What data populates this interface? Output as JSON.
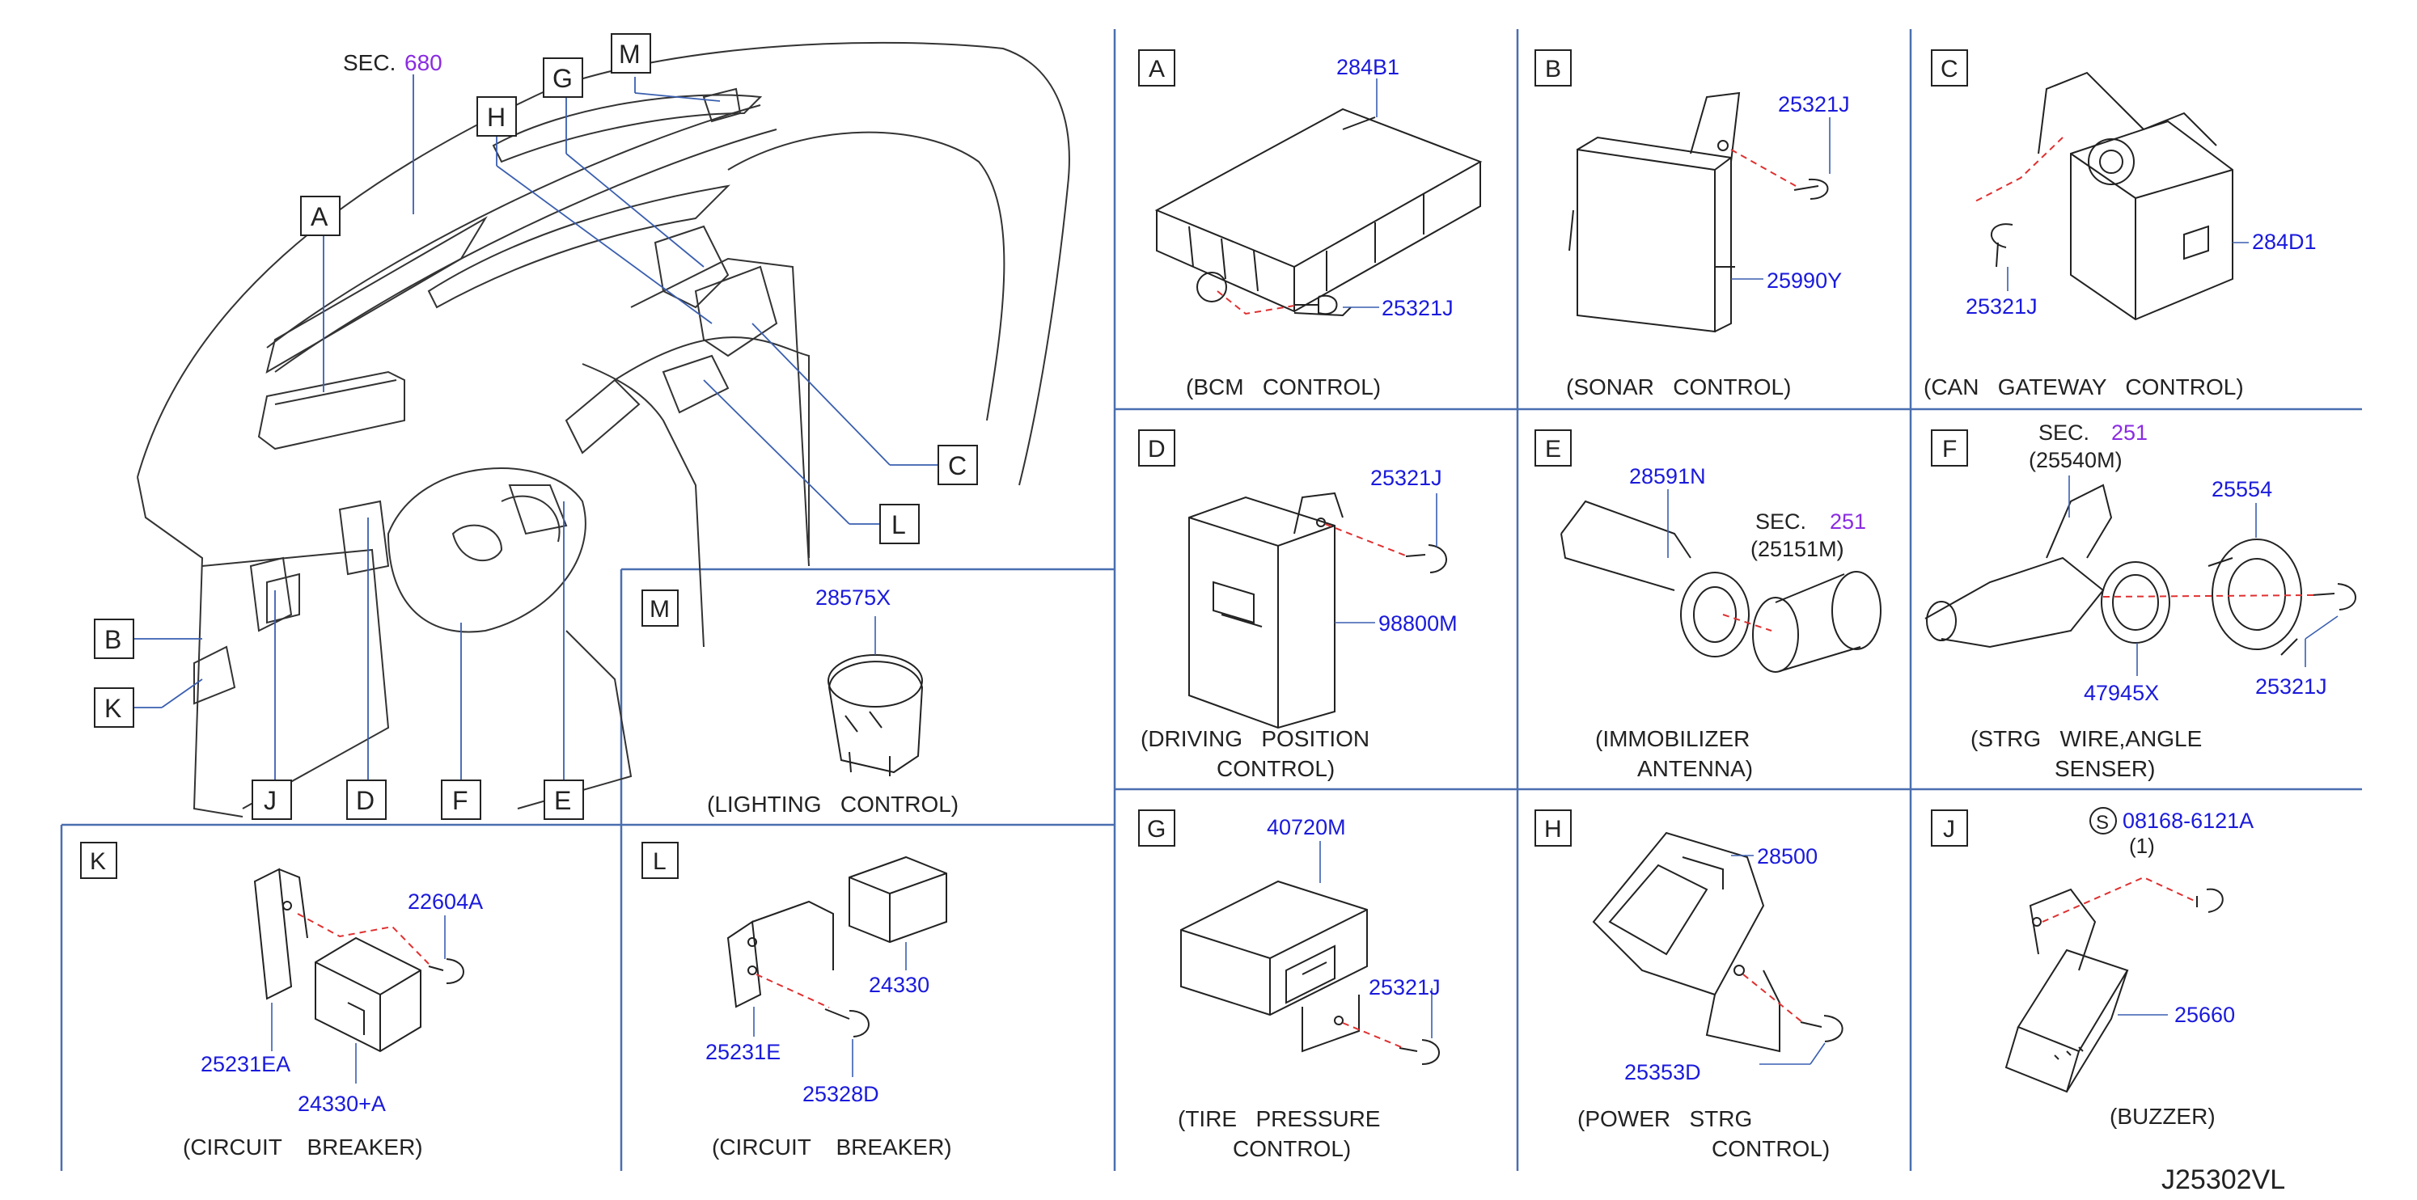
{
  "sec_label": "SEC.",
  "colors": {
    "part": "#1a1adc",
    "sec": "#8a2be2",
    "ink": "#222222",
    "frame": "#4a6fb0",
    "leader": "#3a5fb0",
    "dash": "#e03030"
  },
  "overview": {
    "sec_num": "680",
    "callouts": [
      "A",
      "G",
      "M",
      "H",
      "C",
      "L",
      "B",
      "K",
      "J",
      "D",
      "F",
      "E"
    ]
  },
  "panels": {
    "A": {
      "letter": "A",
      "caption": "(BCM   CONTROL)",
      "parts": [
        "284B1",
        "25321J"
      ]
    },
    "B": {
      "letter": "B",
      "caption": "(SONAR   CONTROL)",
      "parts": [
        "25321J",
        "25990Y"
      ]
    },
    "C": {
      "letter": "C",
      "caption": "(CAN   GATEWAY   CONTROL)",
      "parts": [
        "284D1",
        "25321J"
      ]
    },
    "D": {
      "letter": "D",
      "caption1": "(DRIVING   POSITION",
      "caption2": "CONTROL)",
      "parts": [
        "25321J",
        "98800M"
      ]
    },
    "E": {
      "letter": "E",
      "caption1": "(IMMOBILIZER",
      "caption2": "ANTENNA)",
      "parts": [
        "28591N"
      ],
      "sec_num": "251",
      "ref": "(25151M)"
    },
    "F": {
      "letter": "F",
      "caption1": "(STRG   WIRE,ANGLE",
      "caption2": "SENSER)",
      "parts": [
        "25554",
        "47945X",
        "25321J"
      ],
      "sec_num": "251",
      "ref": "(25540M)"
    },
    "G": {
      "letter": "G",
      "caption1": "(TIRE   PRESSURE",
      "caption2": "CONTROL)",
      "parts": [
        "40720M",
        "25321J"
      ]
    },
    "H": {
      "letter": "H",
      "caption1": "(POWER   STRG",
      "caption2": "CONTROL)",
      "parts": [
        "28500",
        "25353D"
      ]
    },
    "J": {
      "letter": "J",
      "caption": "(BUZZER)",
      "parts": [
        "08168-6121A",
        "25660"
      ],
      "s_mark": "S",
      "qty": "(1)"
    },
    "K": {
      "letter": "K",
      "caption": "(CIRCUIT    BREAKER)",
      "parts": [
        "22604A",
        "25231EA",
        "24330+A"
      ]
    },
    "L": {
      "letter": "L",
      "caption": "(CIRCUIT    BREAKER)",
      "parts": [
        "24330",
        "25231E",
        "25328D"
      ]
    },
    "M": {
      "letter": "M",
      "caption": "(LIGHTING   CONTROL)",
      "parts": [
        "28575X"
      ]
    }
  },
  "drawing_code": "J25302VL"
}
